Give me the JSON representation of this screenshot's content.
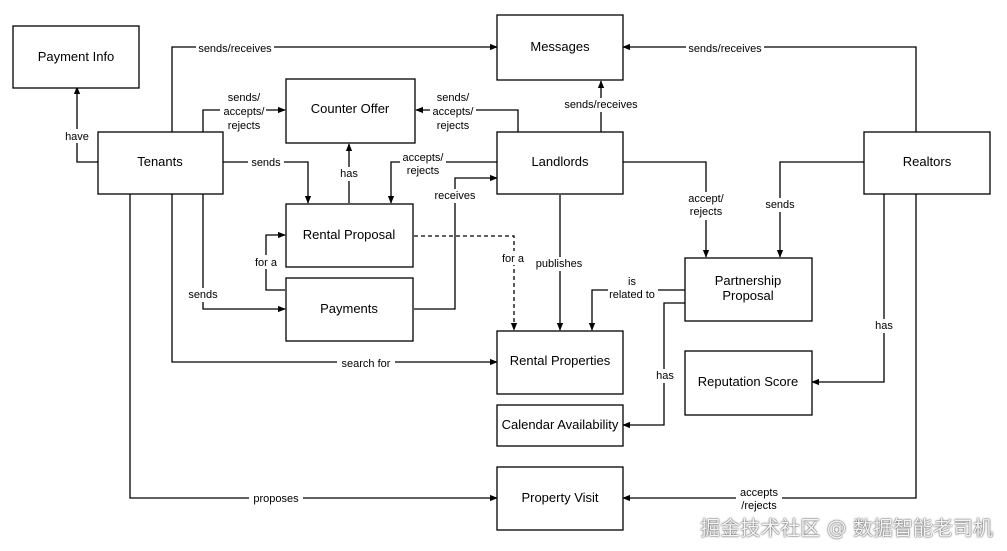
{
  "nodes": {
    "payment_info": "Payment Info",
    "messages": "Messages",
    "counter_offer": "Counter Offer",
    "tenants": "Tenants",
    "landlords": "Landlords",
    "realtors": "Realtors",
    "rental_proposal": "Rental Proposal",
    "payments": "Payments",
    "partnership_proposal": [
      "Partnership",
      "Proposal"
    ],
    "rental_properties": "Rental Properties",
    "reputation_score": "Reputation Score",
    "calendar_availability": "Calendar Availability",
    "property_visit": "Property Visit"
  },
  "edges": [
    {
      "from": "Tenants",
      "to": "Payment Info",
      "label": [
        "have"
      ]
    },
    {
      "from": "Tenants",
      "to": "Messages",
      "label": [
        "sends/receives"
      ]
    },
    {
      "from": "Tenants",
      "to": "Counter Offer",
      "label": [
        "sends/",
        "accepts/",
        "rejects"
      ]
    },
    {
      "from": "Tenants",
      "to": "Rental Proposal",
      "label": [
        "sends"
      ]
    },
    {
      "from": "Tenants",
      "to": "Payments",
      "label": [
        "sends"
      ]
    },
    {
      "from": "Tenants",
      "to": "Rental Properties",
      "label": [
        "search for"
      ]
    },
    {
      "from": "Tenants",
      "to": "Property Visit",
      "label": [
        "proposes"
      ]
    },
    {
      "from": "Landlords",
      "to": "Messages",
      "label": [
        "sends/receives"
      ]
    },
    {
      "from": "Landlords",
      "to": "Counter Offer",
      "label": [
        "sends/",
        "accepts/",
        "rejects"
      ]
    },
    {
      "from": "Landlords",
      "to": "Rental Proposal",
      "label": [
        "accepts/",
        "rejects"
      ]
    },
    {
      "from": "Payments",
      "to": "Landlords",
      "label": [
        "receives"
      ]
    },
    {
      "from": "Landlords",
      "to": "Rental Properties",
      "label": [
        "publishes"
      ]
    },
    {
      "from": "Landlords",
      "to": "Partnership Proposal",
      "label": [
        "accept/",
        "rejects"
      ]
    },
    {
      "from": "Realtors",
      "to": "Messages",
      "label": [
        "sends/receives"
      ]
    },
    {
      "from": "Realtors",
      "to": "Partnership Proposal",
      "label": [
        "sends"
      ]
    },
    {
      "from": "Realtors",
      "to": "Reputation Score",
      "label": [
        "has"
      ]
    },
    {
      "from": "Realtors",
      "to": "Property Visit",
      "label": [
        "accepts",
        "/rejects"
      ]
    },
    {
      "from": "Rental Proposal",
      "to": "Counter Offer",
      "label": [
        "has"
      ]
    },
    {
      "from": "Payments",
      "to": "Rental Proposal",
      "label": [
        "for a"
      ]
    },
    {
      "from": "Rental Proposal",
      "to": "Rental Properties",
      "label": [
        "for a"
      ]
    },
    {
      "from": "Partnership Proposal",
      "to": "Rental Properties",
      "label": [
        "is",
        "related to"
      ]
    },
    {
      "from": "Partnership Proposal",
      "to": "Calendar Availability",
      "label": [
        "has"
      ]
    }
  ],
  "watermark": "掘金技术社区 @ 数据智能老司机"
}
